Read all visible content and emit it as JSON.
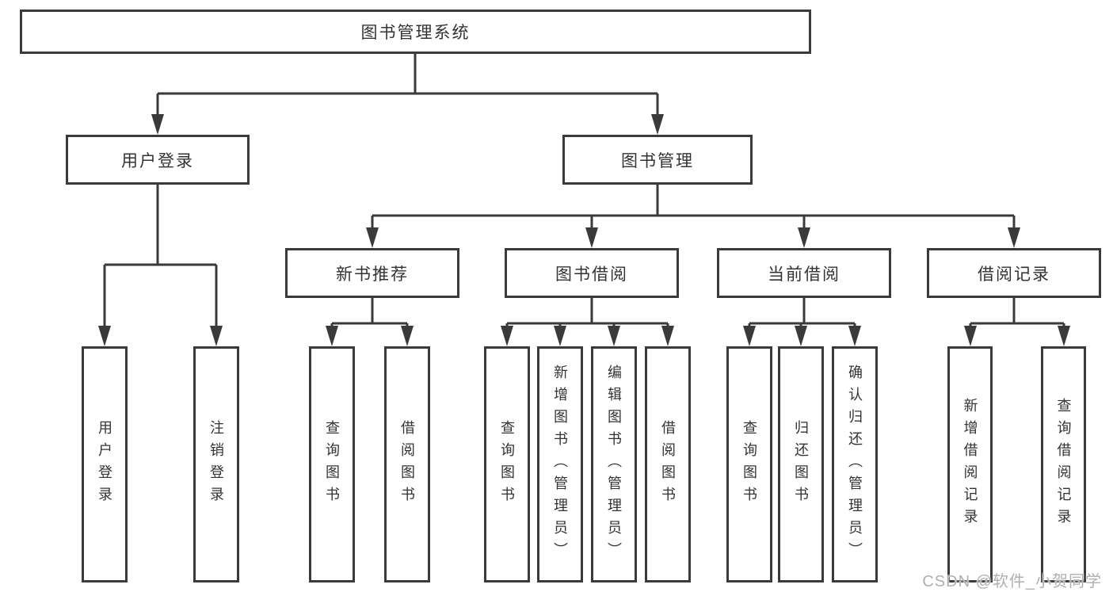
{
  "page": {
    "background": "#ffffff"
  },
  "colors": {
    "line": "#3a3a3a",
    "box_border": "#3a3a3a",
    "text": "#333333",
    "watermark": "#b0b0b0"
  },
  "watermark": {
    "text": "CSDN @软件_小贺同学"
  },
  "diagram": {
    "type": "tree",
    "title": "图书管理系统",
    "hierarchy": {
      "label": "图书管理系统",
      "children": [
        {
          "label": "用户登录",
          "children": [
            {
              "label": "用户登录"
            },
            {
              "label": "注销登录"
            }
          ]
        },
        {
          "label": "图书管理",
          "children": [
            {
              "label": "新书推荐",
              "children": [
                {
                  "label": "查询图书"
                },
                {
                  "label": "借阅图书"
                }
              ]
            },
            {
              "label": "图书借阅",
              "children": [
                {
                  "label": "查询图书"
                },
                {
                  "label": "新增图书（管理员）"
                },
                {
                  "label": "编辑图书（管理员）"
                },
                {
                  "label": "借阅图书"
                }
              ]
            },
            {
              "label": "当前借阅",
              "children": [
                {
                  "label": "查询图书"
                },
                {
                  "label": "归还图书"
                },
                {
                  "label": "确认归还（管理员）"
                }
              ]
            },
            {
              "label": "借阅记录",
              "children": [
                {
                  "label": "新增借阅记录"
                },
                {
                  "label": "查询借阅记录"
                }
              ]
            }
          ]
        }
      ]
    }
  },
  "nodes": {
    "root": {
      "label": "图书管理系统"
    },
    "user_login": {
      "label": "用户登录"
    },
    "book_mgmt": {
      "label": "图书管理"
    },
    "new_book_rec": {
      "label": "新书推荐"
    },
    "book_borrow": {
      "label": "图书借阅"
    },
    "current_borrow": {
      "label": "当前借阅"
    },
    "borrow_records": {
      "label": "借阅记录"
    },
    "leaf_user_login": {
      "label": "用户登录"
    },
    "leaf_logout": {
      "label": "注销登录"
    },
    "nb_query": {
      "label": "查询图书"
    },
    "nb_borrow": {
      "label": "借阅图书"
    },
    "bb_query": {
      "label": "查询图书"
    },
    "bb_add": {
      "label": "新增图书（管理员）"
    },
    "bb_edit": {
      "label": "编辑图书（管理员）"
    },
    "bb_borrow": {
      "label": "借阅图书"
    },
    "cb_query": {
      "label": "查询图书"
    },
    "cb_return": {
      "label": "归还图书"
    },
    "cb_confirm": {
      "label": "确认归还（管理员）"
    },
    "br_add": {
      "label": "新增借阅记录"
    },
    "br_query": {
      "label": "查询借阅记录"
    }
  }
}
